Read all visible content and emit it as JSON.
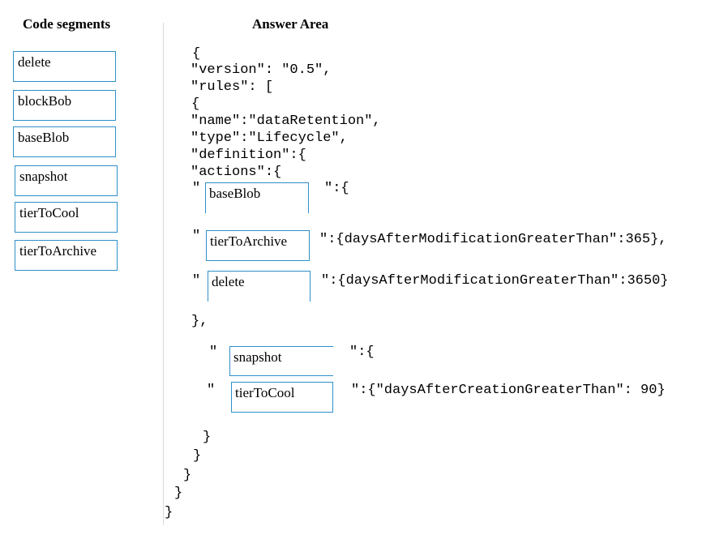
{
  "headers": {
    "code_segments": "Code segments",
    "answer_area": "Answer Area"
  },
  "segments": [
    {
      "label": "delete"
    },
    {
      "label": "blockBob"
    },
    {
      "label": "baseBlob"
    },
    {
      "label": "snapshot"
    },
    {
      "label": "tierToCool"
    },
    {
      "label": "tierToArchive"
    }
  ],
  "code": {
    "l1": "{",
    "l2": "\"version\": \"0.5\",",
    "l3": "\"rules\": [",
    "l4": "{",
    "l5": "\"name\":\"dataRetention\",",
    "l6": "\"type\":\"Lifecycle\",",
    "l7": "\"definition\":{",
    "l8": "\"actions\":{",
    "quote": "\"",
    "after_slot1": "\":{",
    "after_slot2": "\":{daysAfterModificationGreaterThan\":365},",
    "after_slot3": "\":{daysAfterModificationGreaterThan\":3650}",
    "close_actions": "},",
    "after_slot4": "\":{",
    "after_slot5": "\":{\"daysAfterCreationGreaterThan\": 90}",
    "c1": "}",
    "c2": "}",
    "c3": "}",
    "c4": "}",
    "c5": "}"
  },
  "slots": {
    "slot1": "baseBlob",
    "slot2": "tierToArchive",
    "slot3": "delete",
    "slot4": "snapshot",
    "slot5": "tierToCool"
  },
  "colors": {
    "accent": "#2f8fc9"
  }
}
